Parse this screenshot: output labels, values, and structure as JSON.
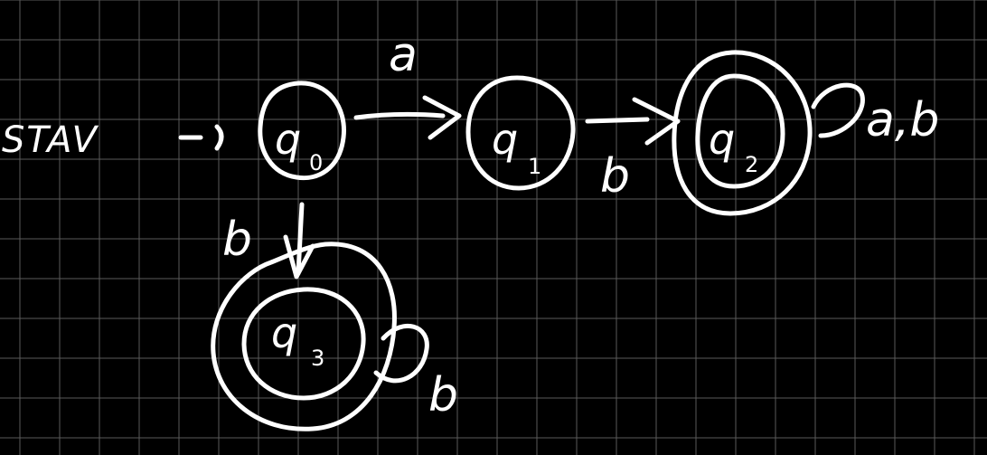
{
  "canvas": {
    "background": "#000000",
    "grid_color": "#5a5a5a",
    "ink_color": "#ffffff"
  },
  "start_label": "STAV",
  "states": [
    {
      "id": "q0",
      "name": "q",
      "subscript": "0",
      "accepting": false,
      "start": true
    },
    {
      "id": "q1",
      "name": "q",
      "subscript": "1",
      "accepting": false,
      "start": false
    },
    {
      "id": "q2",
      "name": "q",
      "subscript": "2",
      "accepting": true,
      "start": false
    },
    {
      "id": "q3",
      "name": "q",
      "subscript": "3",
      "accepting": true,
      "start": false
    }
  ],
  "transitions": [
    {
      "from": "q0",
      "to": "q1",
      "label": "a"
    },
    {
      "from": "q1",
      "to": "q2",
      "label": "b"
    },
    {
      "from": "q2",
      "to": "q2",
      "label": "a,b"
    },
    {
      "from": "q0",
      "to": "q3",
      "label": "b"
    },
    {
      "from": "q3",
      "to": "q3",
      "label": "b"
    }
  ]
}
